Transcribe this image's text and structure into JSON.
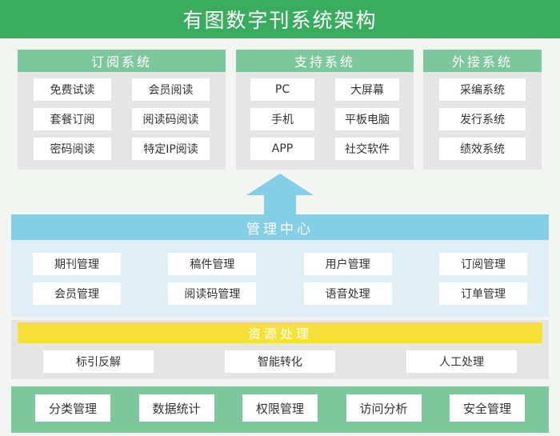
{
  "title": "有图数字刊系统架构",
  "panels": {
    "subscription": {
      "label": "订阅系统",
      "items": [
        "免费试读",
        "会员阅读",
        "套餐订阅",
        "阅读码阅读",
        "密码阅读",
        "特定IP阅读"
      ]
    },
    "support": {
      "label": "支持系统",
      "items": [
        "PC",
        "大屏幕",
        "手机",
        "平板电脑",
        "APP",
        "社交软件"
      ]
    },
    "external": {
      "label": "外接系统",
      "items": [
        "采编系统",
        "发行系统",
        "绩效系统"
      ]
    }
  },
  "management": {
    "label": "管理中心",
    "items": [
      "期刊管理",
      "稿件管理",
      "用户管理",
      "订阅管理",
      "会员管理",
      "阅读码管理",
      "语音处理",
      "订单管理"
    ]
  },
  "resources": {
    "label": "资源处理",
    "items": [
      "标引反解",
      "智能转化",
      "人工处理"
    ]
  },
  "base": {
    "items": [
      "分类管理",
      "数据统计",
      "权限管理",
      "访问分析",
      "安全管理"
    ]
  },
  "colors": {
    "title_bg": "#3aac5e",
    "panel_head": "#7cc79b",
    "management_head": "#84cfe6",
    "management_bg": "#dfeff5",
    "resources_head": "#f6e13a",
    "arrow": "#84cfe6"
  }
}
